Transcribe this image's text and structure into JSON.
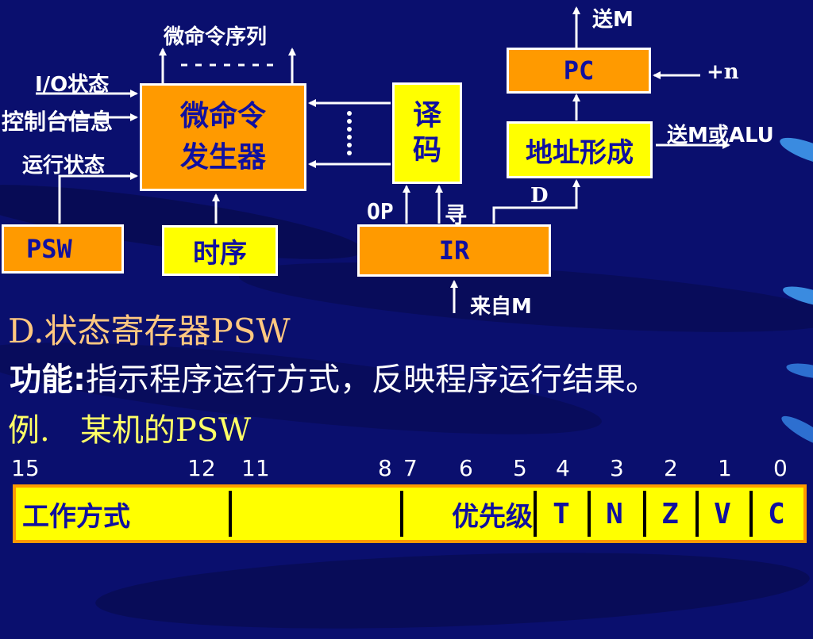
{
  "diagram": {
    "micro_cmd_seq": "微命令序列",
    "io_state": "I/O状态",
    "console_info": "控制台信息",
    "run_state": "运行状态",
    "generator_line1": "微命令",
    "generator_line2": "发生器",
    "decode_line1": "译",
    "decode_line2": "码",
    "pc": "PC",
    "send_m": "送M",
    "plus_n": "+n",
    "addr_form": "地址形成",
    "send_m_alu": "送M或ALU",
    "d": "D",
    "op": "OP",
    "addressing": "寻",
    "ir": "IR",
    "from_m": "来自M",
    "psw": "PSW",
    "timing": "时序"
  },
  "text": {
    "heading": "D.状态寄存器PSW",
    "function_label": "功能:",
    "function_text": "指示程序运行方式，反映程序运行结果。",
    "example": "例.   某机的PSW"
  },
  "psw_bits": {
    "b15": "15",
    "b12": "12",
    "b11": "11",
    "b8": "8",
    "b7": "7",
    "b6": "6",
    "b5": "5",
    "b4": "4",
    "b3": "3",
    "b2": "2",
    "b1": "1",
    "b0": "0"
  },
  "psw_fields": {
    "mode": "工作方式",
    "reserved": "",
    "priority": "优先级",
    "t": "T",
    "n": "N",
    "z": "Z",
    "v": "V",
    "c": "C"
  },
  "colors": {
    "background": "#0a0f6e",
    "orange": "#ff9a00",
    "yellow": "#ffff00",
    "heading": "#ffc880",
    "example": "#ffff66"
  }
}
